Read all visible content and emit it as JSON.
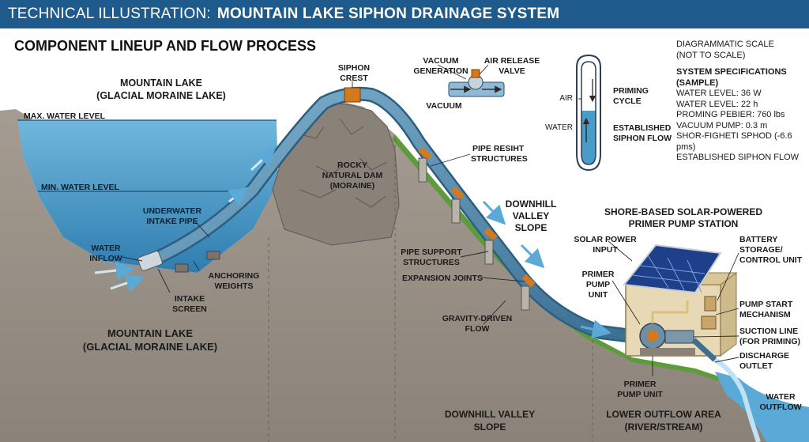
{
  "title": {
    "prefix": "TECHNICAL ILLUSTRATION:",
    "main": "MOUNTAIN LAKE SIPHON DRAINAGE SYSTEM"
  },
  "section_title": "COMPONENT LINEUP AND FLOW PROCESS",
  "scale": {
    "line1": "DIAGRAMMATIC SCALE",
    "line2": "(NOT TO SCALE)"
  },
  "specs": {
    "heading1": "SYSTEM SPECIFICATIONS",
    "heading2": "(SAMPLE)",
    "items": [
      "WATER LEVEL: 36 W",
      "WATER LEVEL: 22 h",
      "PROMING PEBIER: 760 lbs",
      "VACUUM PUMP: 0.3 m",
      "SHOR-FIGHETI SPHOD (-6.6 pms)",
      "ESTABLISHED SIPHON FLOW"
    ]
  },
  "labels": {
    "lake_top_1": "MOUNTAIN LAKE",
    "lake_top_2": "(GLACIAL MORAINE LAKE)",
    "max_level": "MAX. WATER LEVEL",
    "min_level": "MIN. WATER LEVEL",
    "intake_pipe_1": "UNDERWATER",
    "intake_pipe_2": "INTAKE PIPE",
    "water_inflow_1": "WATER",
    "water_inflow_2": "INFLOW",
    "anchoring_1": "ANCHORING",
    "anchoring_2": "WEIGHTS",
    "intake_screen_1": "INTAKE",
    "intake_screen_2": "SCREEN",
    "lake_bottom_1": "MOUNTAIN LAKE",
    "lake_bottom_2": "(GLACIAL MORAINE LAKE)",
    "siphon_crest_1": "SIPHON",
    "siphon_crest_2": "CREST",
    "rocky_dam_1": "ROCKY",
    "rocky_dam_2": "NATURAL DAM",
    "rocky_dam_3": "(MORAINE)",
    "vacuum_gen_1": "VACUUM",
    "vacuum_gen_2": "GENERATION",
    "vacuum": "VACUUM",
    "air_release_1": "AIR RELEASE",
    "air_release_2": "VALVE",
    "air": "AIR",
    "water": "WATER",
    "priming_cycle_1": "PRIMING",
    "priming_cycle_2": "CYCLE",
    "established_1": "ESTABLISHED",
    "established_2": "SIPHON FLOW",
    "pipe_resiht_1": "PIPE RESIHT",
    "pipe_resiht_2": "STRUCTURES",
    "downhill_slope_1": "DOWNHILL",
    "downhill_slope_2": "VALLEY",
    "downhill_slope_3": "SLOPE",
    "pipe_support_1": "PIPE SUPPORT",
    "pipe_support_2": "STRUCTURES",
    "expansion_joints": "EXPANSION JOINTS",
    "gravity_flow_1": "GRAVITY-DRIVEN",
    "gravity_flow_2": "FLOW",
    "downhill_bottom_1": "DOWNHILL VALLEY",
    "downhill_bottom_2": "SLOPE",
    "station_1": "SHORE-BASED SOLAR-POWERED",
    "station_2": "PRIMER PUMP STATION",
    "solar_input_1": "SOLAR POWER",
    "solar_input_2": "INPUT",
    "battery_1": "BATTERY",
    "battery_2": "STORAGE/",
    "battery_3": "CONTROL UNIT",
    "primer_pump_1": "PRIMER",
    "primer_pump_2": "PUMP",
    "primer_pump_3": "UNIT",
    "pump_start_1": "PUMP START",
    "pump_start_2": "MECHANISM",
    "suction_1": "SUCTION LINE",
    "suction_2": "(FOR PRIMING)",
    "discharge_1": "DISCHARGE",
    "discharge_2": "OUTLET",
    "primer_bottom_1": "PRIMER",
    "primer_bottom_2": "PUMP UNIT",
    "outflow_area_1": "LOWER OUTFLOW AREA",
    "outflow_area_2": "(RIVER/STREAM)",
    "water_outflow_1": "WATER",
    "water_outflow_2": "OUTFLOW"
  },
  "colors": {
    "header": "#1f5a8c",
    "lake": "#4a9cc8",
    "ground": "#9a9287",
    "grass": "#5d9c3a",
    "pipe": "#4b84a8",
    "joint": "#d4791c"
  }
}
